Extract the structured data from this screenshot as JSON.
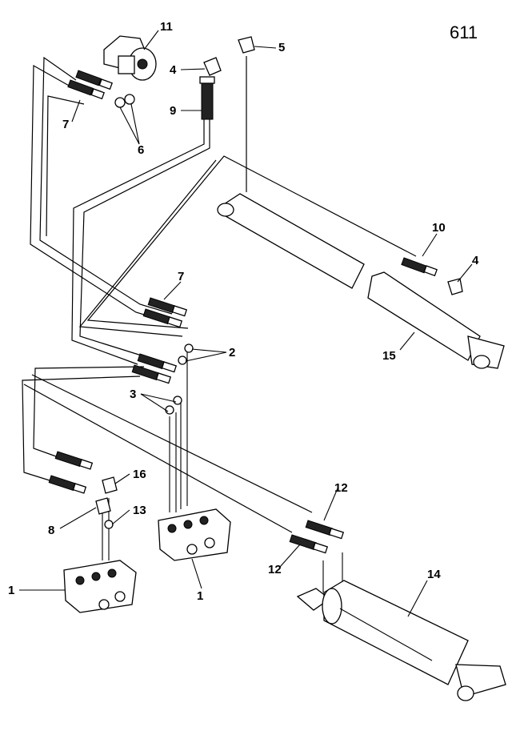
{
  "page_number": "611",
  "callouts": [
    {
      "id": "c11",
      "text": "11"
    },
    {
      "id": "c5",
      "text": "5"
    },
    {
      "id": "c4a",
      "text": "4"
    },
    {
      "id": "c9",
      "text": "9"
    },
    {
      "id": "c7a",
      "text": "7"
    },
    {
      "id": "c6",
      "text": "6"
    },
    {
      "id": "c10",
      "text": "10"
    },
    {
      "id": "c4b",
      "text": "4"
    },
    {
      "id": "c15",
      "text": "15"
    },
    {
      "id": "c7b",
      "text": "7"
    },
    {
      "id": "c2",
      "text": "2"
    },
    {
      "id": "c3",
      "text": "3"
    },
    {
      "id": "c16",
      "text": "16"
    },
    {
      "id": "c13",
      "text": "13"
    },
    {
      "id": "c8",
      "text": "8"
    },
    {
      "id": "c12a",
      "text": "12"
    },
    {
      "id": "c12b",
      "text": "12"
    },
    {
      "id": "c14",
      "text": "14"
    },
    {
      "id": "c1a",
      "text": "1"
    },
    {
      "id": "c1b",
      "text": "1"
    }
  ]
}
